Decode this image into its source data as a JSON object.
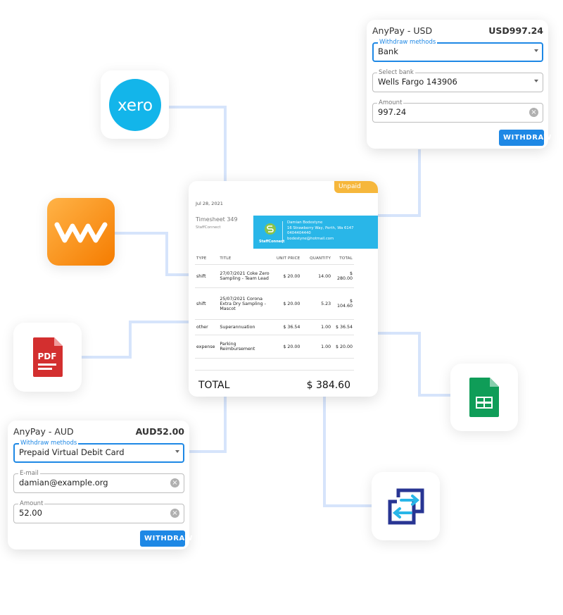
{
  "usd_card": {
    "title": "AnyPay - USD",
    "balance": "USD997.24",
    "method_label": "Withdraw methods",
    "method_value": "Bank",
    "bank_label": "Select bank",
    "bank_value": "Wells Fargo 143906",
    "amount_label": "Amount",
    "amount_value": "997.24",
    "button": "WITHDRAW"
  },
  "aud_card": {
    "title": "AnyPay - AUD",
    "balance": "AUD52.00",
    "method_label": "Withdraw methods",
    "method_value": "Prepaid Virtual Debit Card",
    "email_label": "E-mail",
    "email_value": "damian@example.org",
    "amount_label": "Amount",
    "amount_value": "52.00",
    "button": "WITHDRAW"
  },
  "invoice": {
    "status": "Unpaid",
    "date": "Jul 28, 2021",
    "timesheet": "Timesheet 349",
    "org": "StaffConnect",
    "logo_text": "StaffConnect",
    "address_lines": [
      "Damian Bodestyne",
      "16 Strawberry Way, Perth, Wa 6147",
      "0404404440",
      "bodestyne@hotmail.com"
    ],
    "columns": [
      "TYPE",
      "TITLE",
      "UNIT PRICE",
      "QUANTITY",
      "TOTAL"
    ],
    "rows": [
      {
        "type": "shift",
        "title": "27/07/2021 Coke Zero Sampling - Team Lead",
        "unit_price": "$ 20.00",
        "quantity": "14.00",
        "total": "$ 280.00"
      },
      {
        "type": "shift",
        "title": "25/07/2021 Corona Extra Dry Sampling - Mascot",
        "unit_price": "$ 20.00",
        "quantity": "5.23",
        "total": "$ 104.60"
      },
      {
        "type": "other",
        "title": "Superannuation",
        "unit_price": "$ 36.54",
        "quantity": "1.00",
        "total": "$ 36.54"
      },
      {
        "type": "expense",
        "title": "Parking Reimbursement",
        "unit_price": "$ 20.00",
        "quantity": "1.00",
        "total": "$ 20.00"
      }
    ],
    "total_label": "TOTAL",
    "total_value": "$ 384.60"
  },
  "integrations": {
    "xero_text": "xero",
    "pdf_text": "PDF",
    "icons": [
      "xero-logo-icon",
      "wm-logo-icon",
      "pdf-file-icon",
      "google-sheets-icon",
      "sync-arrows-icon"
    ]
  },
  "colors": {
    "accent_blue": "#1e88e5",
    "invoice_blue": "#29b6e8",
    "unpaid_badge": "#f6b73c",
    "connector": "#d6e4fb",
    "xero_blue": "#13b5ea",
    "wm_orange": "#f7941d",
    "pdf_red": "#d32f2f",
    "sheets_green": "#0f9d58",
    "sync_navy": "#283593"
  }
}
